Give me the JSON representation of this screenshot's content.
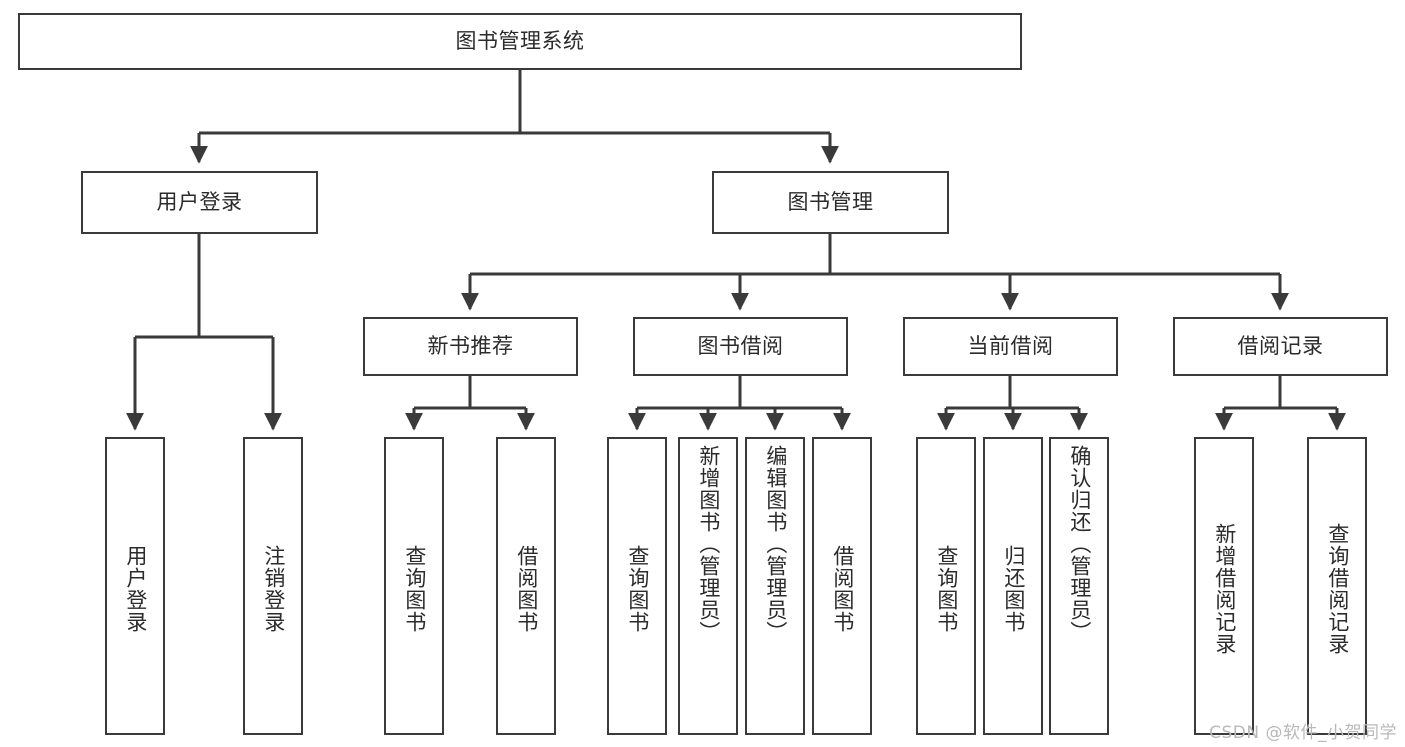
{
  "diagram": {
    "title": "图书管理系统",
    "type": "tree-hierarchy",
    "root": {
      "id": "root",
      "label": "图书管理系统"
    },
    "level2": [
      {
        "id": "user-login",
        "label": "用户登录"
      },
      {
        "id": "book-manage",
        "label": "图书管理"
      }
    ],
    "level3": [
      {
        "id": "new-book-rec",
        "label": "新书推荐",
        "parent": "book-manage"
      },
      {
        "id": "book-borrow",
        "label": "图书借阅",
        "parent": "book-manage"
      },
      {
        "id": "current-borrow",
        "label": "当前借阅",
        "parent": "book-manage"
      },
      {
        "id": "borrow-record",
        "label": "借阅记录",
        "parent": "book-manage"
      }
    ],
    "leaves": {
      "user_login": [
        {
          "id": "leaf-user-login",
          "label": "用户登录"
        },
        {
          "id": "leaf-logout",
          "label": "注销登录"
        }
      ],
      "new_book_rec": [
        {
          "id": "leaf-query-book-1",
          "label": "查询图书"
        },
        {
          "id": "leaf-borrow-book-1",
          "label": "借阅图书"
        }
      ],
      "book_borrow": [
        {
          "id": "leaf-query-book-2",
          "label": "查询图书"
        },
        {
          "id": "leaf-add-book",
          "label": "新增图书（管理员）"
        },
        {
          "id": "leaf-edit-book",
          "label": "编辑图书（管理员）"
        },
        {
          "id": "leaf-borrow-book-2",
          "label": "借阅图书"
        }
      ],
      "current_borrow": [
        {
          "id": "leaf-query-book-3",
          "label": "查询图书"
        },
        {
          "id": "leaf-return-book",
          "label": "归还图书"
        },
        {
          "id": "leaf-confirm-return",
          "label": "确认归还（管理员）"
        }
      ],
      "borrow_record": [
        {
          "id": "leaf-add-record",
          "label": "新增借阅记录"
        },
        {
          "id": "leaf-query-record",
          "label": "查询借阅记录"
        }
      ]
    }
  },
  "watermark": {
    "text": "CSDN @软件_小贺同学"
  },
  "colors": {
    "stroke": "#3a3a3a",
    "text": "#2b2b2b",
    "background": "#ffffff",
    "watermark": "#b9b9b9"
  }
}
